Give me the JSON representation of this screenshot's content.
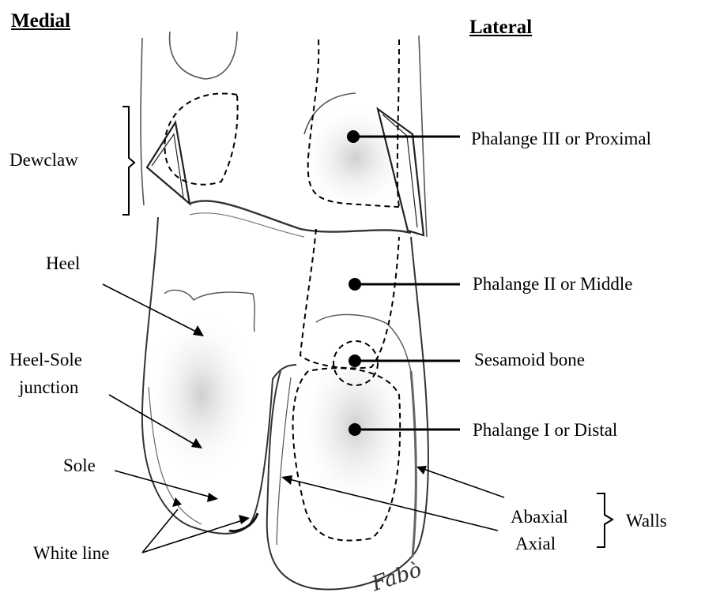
{
  "headers": {
    "medial": "Medial",
    "lateral": "Lateral"
  },
  "labels": {
    "dewclaw": "Dewclaw",
    "heel": "Heel",
    "heel_sole_junction_1": "Heel-Sole",
    "heel_sole_junction_2": "junction",
    "sole": "Sole",
    "white_line": "White line",
    "phalange_iii": "Phalange III or Proximal",
    "phalange_ii": "Phalange II or Middle",
    "sesamoid": "Sesamoid bone",
    "phalange_i": "Phalange I or Distal",
    "abaxial": "Abaxial",
    "axial": "Axial",
    "walls": "Walls"
  },
  "signature": "Fabò",
  "colors": {
    "ink": "#000000",
    "sketch": "#555555",
    "shade": "#d9d9d9"
  }
}
